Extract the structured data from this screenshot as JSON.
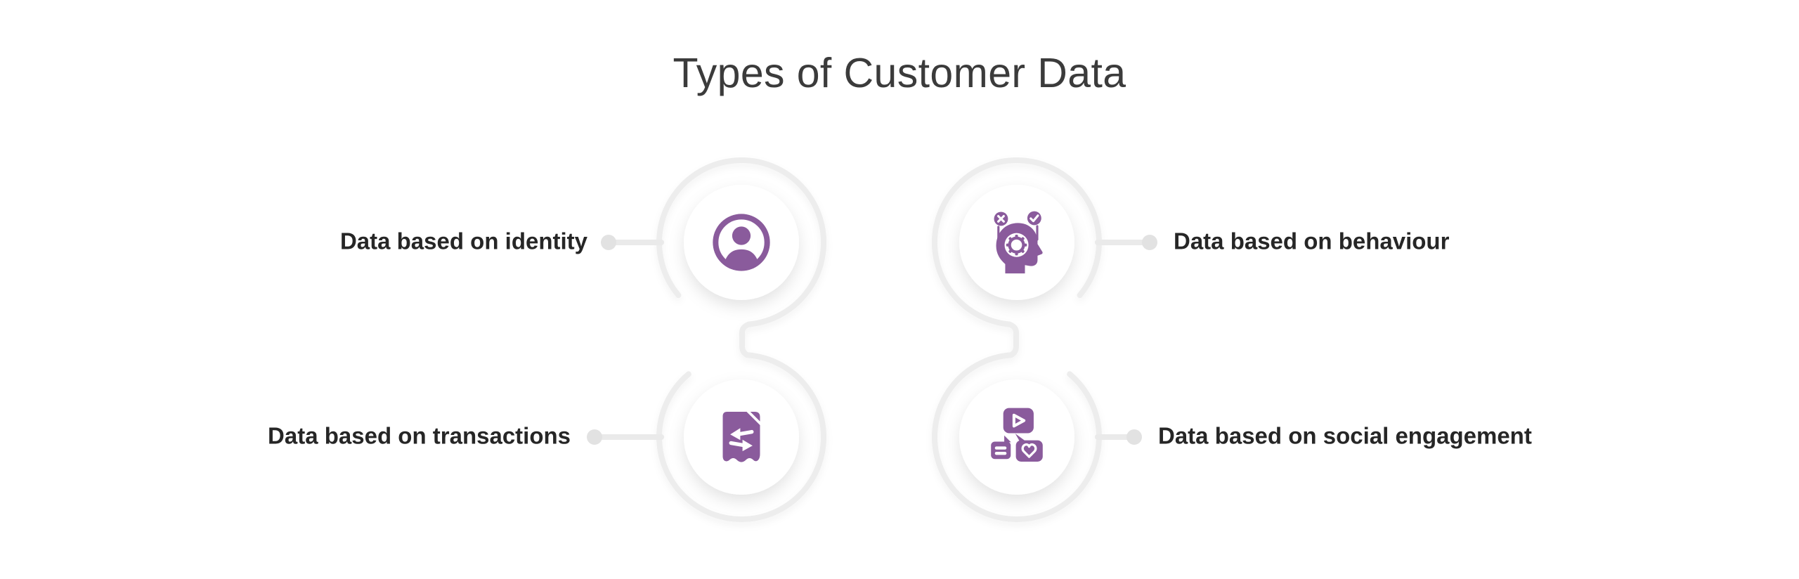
{
  "title": "Types of Customer Data",
  "items": [
    {
      "id": "identity",
      "label": "Data based on identity",
      "icon": "user-circle-icon",
      "position": "top-left"
    },
    {
      "id": "behaviour",
      "label": "Data based on behaviour",
      "icon": "head-gear-decision-icon",
      "position": "top-right"
    },
    {
      "id": "transactions",
      "label": "Data based on transactions",
      "icon": "receipt-transfer-icon",
      "position": "bottom-left"
    },
    {
      "id": "social",
      "label": "Data based on social engagement",
      "icon": "social-bubbles-icon",
      "position": "bottom-right"
    }
  ],
  "theme": {
    "accent_purple": "#8a5b9c",
    "ring_gray": "#ededed",
    "connector_gray": "#eaeaea",
    "dot_gray": "#e2e2e2",
    "title_color": "#3b3b3b",
    "label_color": "#262626",
    "background": "#ffffff"
  }
}
